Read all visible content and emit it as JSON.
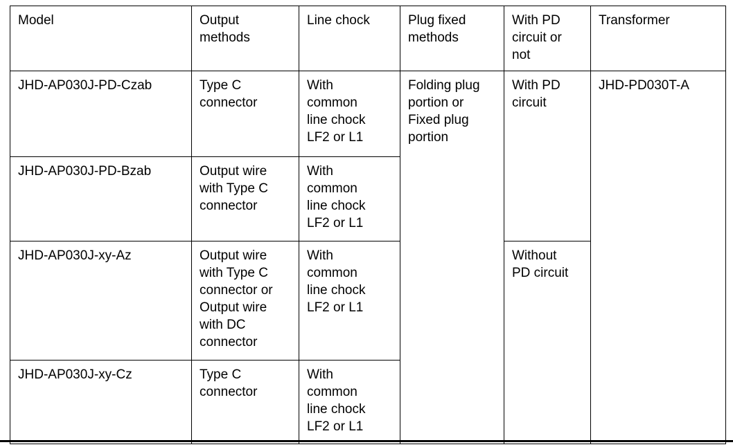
{
  "table": {
    "columns": [
      {
        "key": "model",
        "label": "Model"
      },
      {
        "key": "output_methods",
        "label": "Output\nmethods"
      },
      {
        "key": "line_chock",
        "label": "Line chock"
      },
      {
        "key": "plug_fixed_methods",
        "label": "Plug fixed\nmethods"
      },
      {
        "key": "pd_circuit",
        "label": "With PD\ncircuit or\nnot"
      },
      {
        "key": "transformer",
        "label": "Transformer"
      }
    ],
    "rows": [
      {
        "model": "JHD-AP030J-PD-Czab",
        "output_methods": "Type C\nconnector",
        "line_chock": "With\ncommon\nline chock\nLF2 or L1"
      },
      {
        "model": "JHD-AP030J-PD-Bzab",
        "output_methods": "Output wire\nwith Type C\nconnector",
        "line_chock": "With\ncommon\nline chock\nLF2 or L1"
      },
      {
        "model": "JHD-AP030J-xy-Az",
        "output_methods": "Output wire\nwith Type C\nconnector or\nOutput wire\nwith DC\nconnector",
        "line_chock": "With\ncommon\nline chock\nLF2 or L1"
      },
      {
        "model": "JHD-AP030J-xy-Cz",
        "output_methods": "Type C\nconnector",
        "line_chock": "With\ncommon\nline chock\nLF2 or L1"
      }
    ],
    "merged_cells": {
      "plug_fixed_methods_all_rows": "Folding plug\nportion or\nFixed plug\nportion",
      "pd_circuit_rows_1_2": "With PD\ncircuit",
      "pd_circuit_rows_3_4": "Without\nPD circuit",
      "transformer_all_rows": "JHD-PD030T-A"
    }
  },
  "colors": {
    "border": "#000000",
    "text": "#000000",
    "background": "#ffffff"
  }
}
